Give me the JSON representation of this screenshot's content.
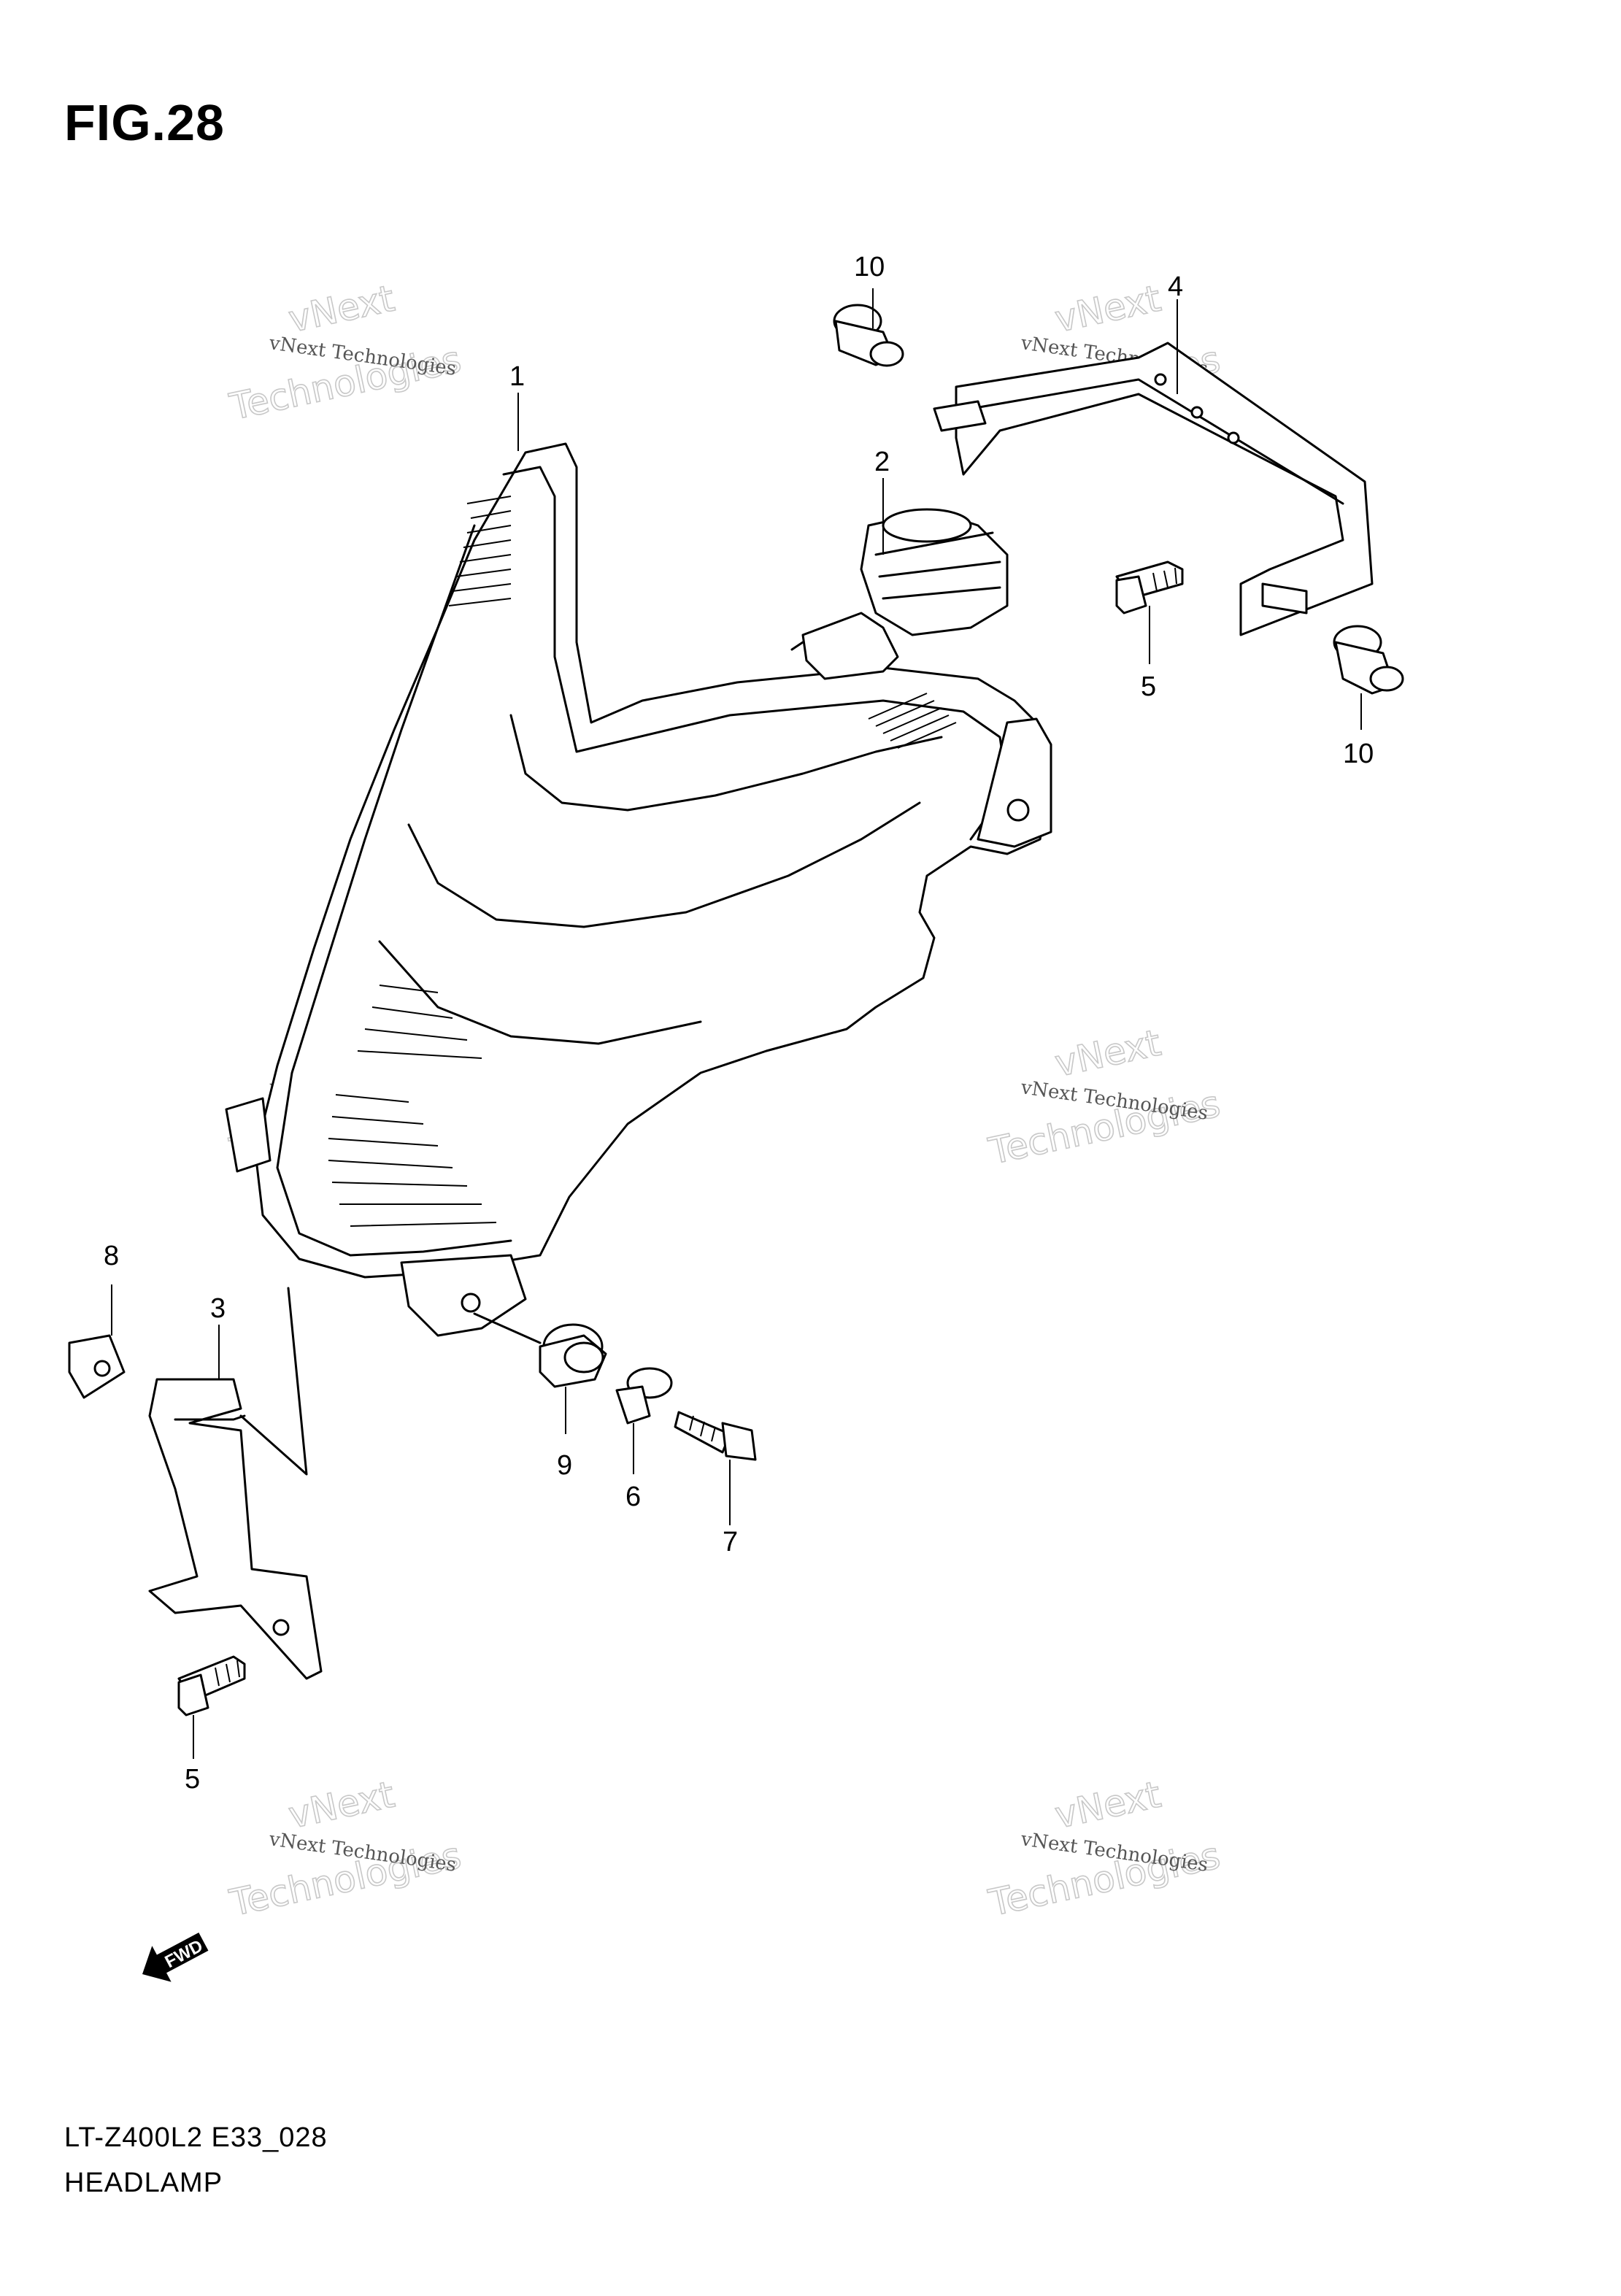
{
  "figure": {
    "title": "FIG.28",
    "model_code": "LT-Z400L2 E33_028",
    "caption": "HEADLAMP",
    "direction_label": "FWD"
  },
  "callouts": [
    "1",
    "2",
    "3",
    "4",
    "5",
    "5",
    "6",
    "7",
    "8",
    "9",
    "10",
    "10"
  ],
  "watermark": {
    "line_small": "vNext Technologies",
    "line_big_1": "vNext",
    "line_big_2": "Technologies"
  }
}
